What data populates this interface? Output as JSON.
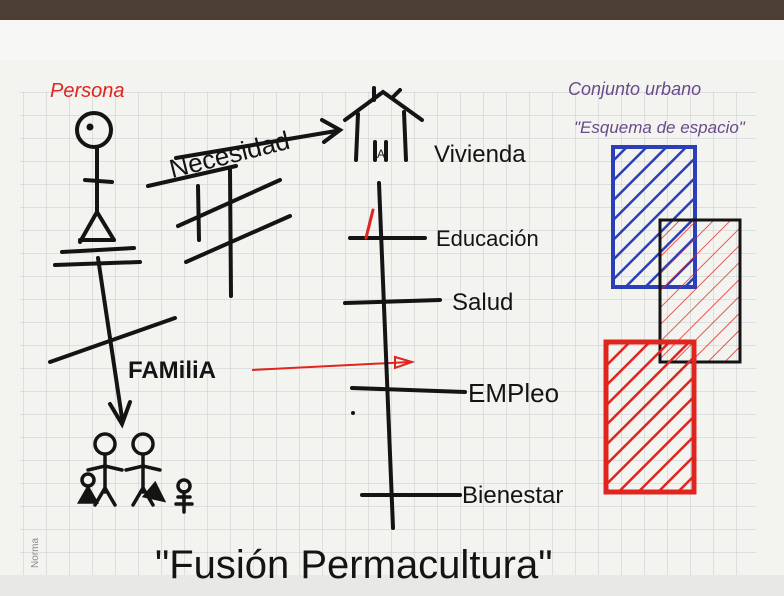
{
  "labels": {
    "persona": "Persona",
    "necesidad": "Necesidad",
    "vivienda": "Vivienda",
    "educacion": "Educación",
    "salud": "Salud",
    "empleo": "EMPleo",
    "bienestar": "Bienestar",
    "familia": "FAMiliA",
    "conjunto_line1": "Conjunto urbano",
    "conjunto_line2": "\"Esquema de espacio\"",
    "title": "\"Fusión Permacultura\"",
    "house_letter": "A",
    "brand": "Norma"
  },
  "colors": {
    "ink": "#141414",
    "red": "#e0241e",
    "blue": "#2a3fb8",
    "purple": "#6a4a8a",
    "paper": "#f4f4f1",
    "grid": "#c9ccd0"
  }
}
